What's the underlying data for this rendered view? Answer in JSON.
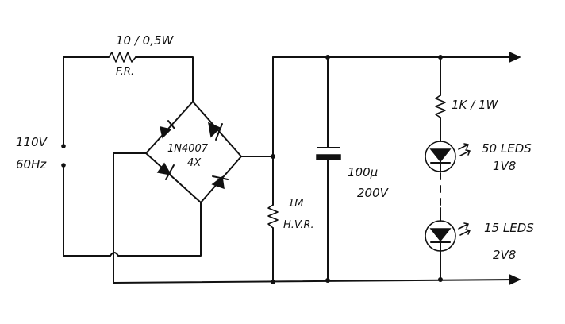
{
  "labels": {
    "source_voltage": "110V",
    "source_freq": "60Hz",
    "fuse_resistor_value": "10 / 0,5W",
    "fuse_resistor_type": "F.R.",
    "bridge_part": "1N4007",
    "bridge_count": "4X",
    "bleeder_value": "1M",
    "bleeder_type": "H.V.R.",
    "cap_value": "100µ",
    "cap_voltage": "200V",
    "led_resistor": "1K / 1W",
    "led_group1_count": "50 LEDS",
    "led_group1_voltage": "1V8",
    "led_group2_count": "15 LEDS",
    "led_group2_voltage": "2V8"
  }
}
